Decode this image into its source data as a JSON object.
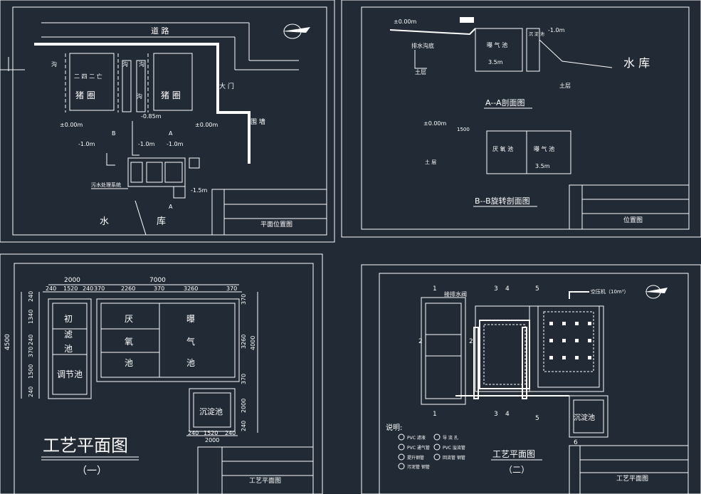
{
  "plan_position": {
    "road": "道 路",
    "ditch": "沟",
    "pen_left": "猪 圈",
    "pen_right": "猪 圈",
    "pen_note": "二 四 二 亡",
    "gate": "大 门",
    "wall": "围 墙",
    "level_0_left": "±0.00m",
    "level_0_right": "±0.00m",
    "level_085": "-0.85m",
    "level_10_left": "-1.0m",
    "level_10_mid": "-1.0m",
    "level_10_right": "-1.0m",
    "level_15": "-1.5m",
    "sewage_sys": "污水处理系统",
    "reservoir_left": "水",
    "reservoir_right": "库",
    "mark_a": "A",
    "mark_b": "B",
    "title": "平面位置图"
  },
  "sections": {
    "aa_level_0": "±0.00m",
    "aa_level_10": "-1.0m",
    "aa_level_35": "3.5m",
    "drain_ditch": "排水沟底",
    "aeration_tank": "曝 气 池",
    "settling_tank": "沉 淀 池",
    "soil_left": "土层",
    "soil_right": "土层",
    "reservoir": "水  库",
    "aa_title": "A--A剖面图",
    "bb_level_0": "±0.00m",
    "bb_dim": "1500",
    "bb_anaerobic": "厌 氧 池",
    "bb_aeration": "曝 气 池",
    "bb_soil": "土 层",
    "bb_level_35": "3.5m",
    "bb_title": "B--B旋转剖面图",
    "tb_title": "位置图"
  },
  "process_plan_1": {
    "dim_top_2000": "2000",
    "dim_top_7000": "7000",
    "dims_top": [
      "240",
      "1520",
      "240",
      "370",
      "2260",
      "370",
      "3260",
      "370"
    ],
    "dims_left": [
      "240",
      "1340",
      "240",
      "370",
      "1500",
      "240"
    ],
    "dim_left_total": "4500",
    "dims_right": [
      "370",
      "3260",
      "370",
      "240"
    ],
    "dim_right_total": "4000",
    "dim_right_2000": "2000",
    "dims_bottom": [
      "240",
      "1520",
      "240"
    ],
    "dim_bottom_total": "2000",
    "pre_filter": [
      "初",
      "滤",
      "池"
    ],
    "regulating": "调节池",
    "anaerobic": [
      "厌",
      "氧",
      "池"
    ],
    "aeration": [
      "曝",
      "气",
      "池"
    ],
    "settling": "沉淀池",
    "title": "工艺平面图",
    "subtitle": "（一）",
    "tb_title": "工艺平面图"
  },
  "process_plan_2": {
    "marks_top": [
      "1",
      "3",
      "4",
      "5"
    ],
    "marks_bottom": [
      "1",
      "3",
      "4",
      "5"
    ],
    "mark_2": "2",
    "mark_6": "6",
    "drain_valve": "接排水阀",
    "blower": "空压机（10m³）",
    "settling": "沉淀池",
    "legend_title": "说明:",
    "legend": [
      "PVC 滤液",
      "PVC 通气管",
      "提升钢管",
      "污泥管 钢管",
      "导 流 孔",
      "PVC 溢流管",
      "回流管 钢管"
    ],
    "title": "工艺平面图",
    "subtitle": "（二）",
    "tb_title": "工艺平面图"
  }
}
